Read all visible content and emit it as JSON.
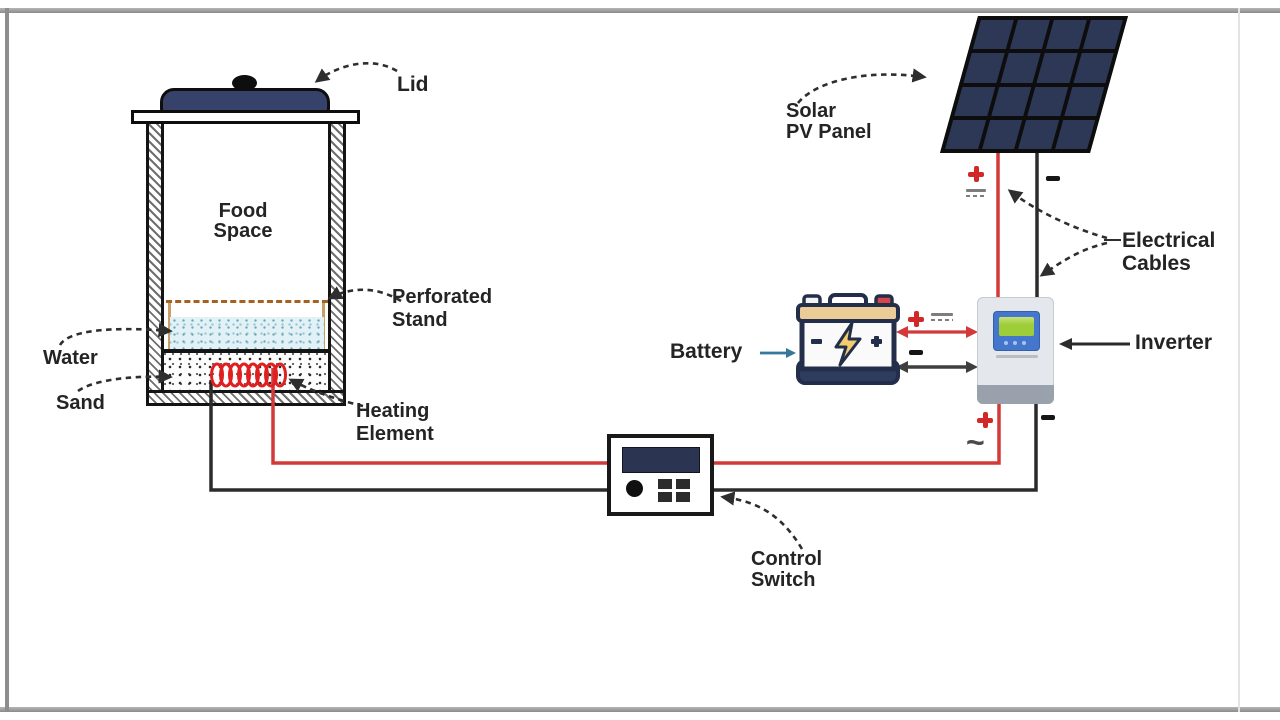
{
  "diagram": {
    "labels": {
      "lid": "Lid",
      "food_space": [
        "Food",
        "Space"
      ],
      "perforated_stand": [
        "Perforated",
        "Stand"
      ],
      "water": "Water",
      "sand": "Sand",
      "heating_element": [
        "Heating",
        "Element"
      ],
      "solar_pv_panel": [
        "Solar",
        "PV Panel"
      ],
      "electrical_cables": [
        "Electrical",
        "Cables"
      ],
      "inverter": "Inverter",
      "battery": "Battery",
      "control_switch": [
        "Control",
        "Switch"
      ]
    },
    "terminals": {
      "plus": "+",
      "minus": "-",
      "ac_wave": "~"
    },
    "battery_markings": {
      "minus": "-",
      "plus": "+"
    }
  },
  "icons": {
    "solar_panel": "solar-panel-icon",
    "battery": "battery-icon",
    "inverter": "inverter-icon",
    "control_switch": "control-switch-icon",
    "cooking_pot": "cooking-pot-icon",
    "dc_current": "dc-line-icon",
    "ac_current": "ac-wave-icon"
  },
  "colors": {
    "wire_positive": "#d23a3a",
    "wire_negative": "#2b2b2b",
    "panel_cell": "#2c3856",
    "lid": "#36426a",
    "heating_element": "#e11f1f",
    "water_fill": "#e2f1f6",
    "stand": "#a5611d",
    "inverter_screen": "#4477cc",
    "inverter_lcd": "#9dce3a",
    "battery_top": "#eccc96",
    "battery_outline": "#232f4a",
    "battery_label_arrow": "#35789b",
    "label_text": "#242424"
  }
}
